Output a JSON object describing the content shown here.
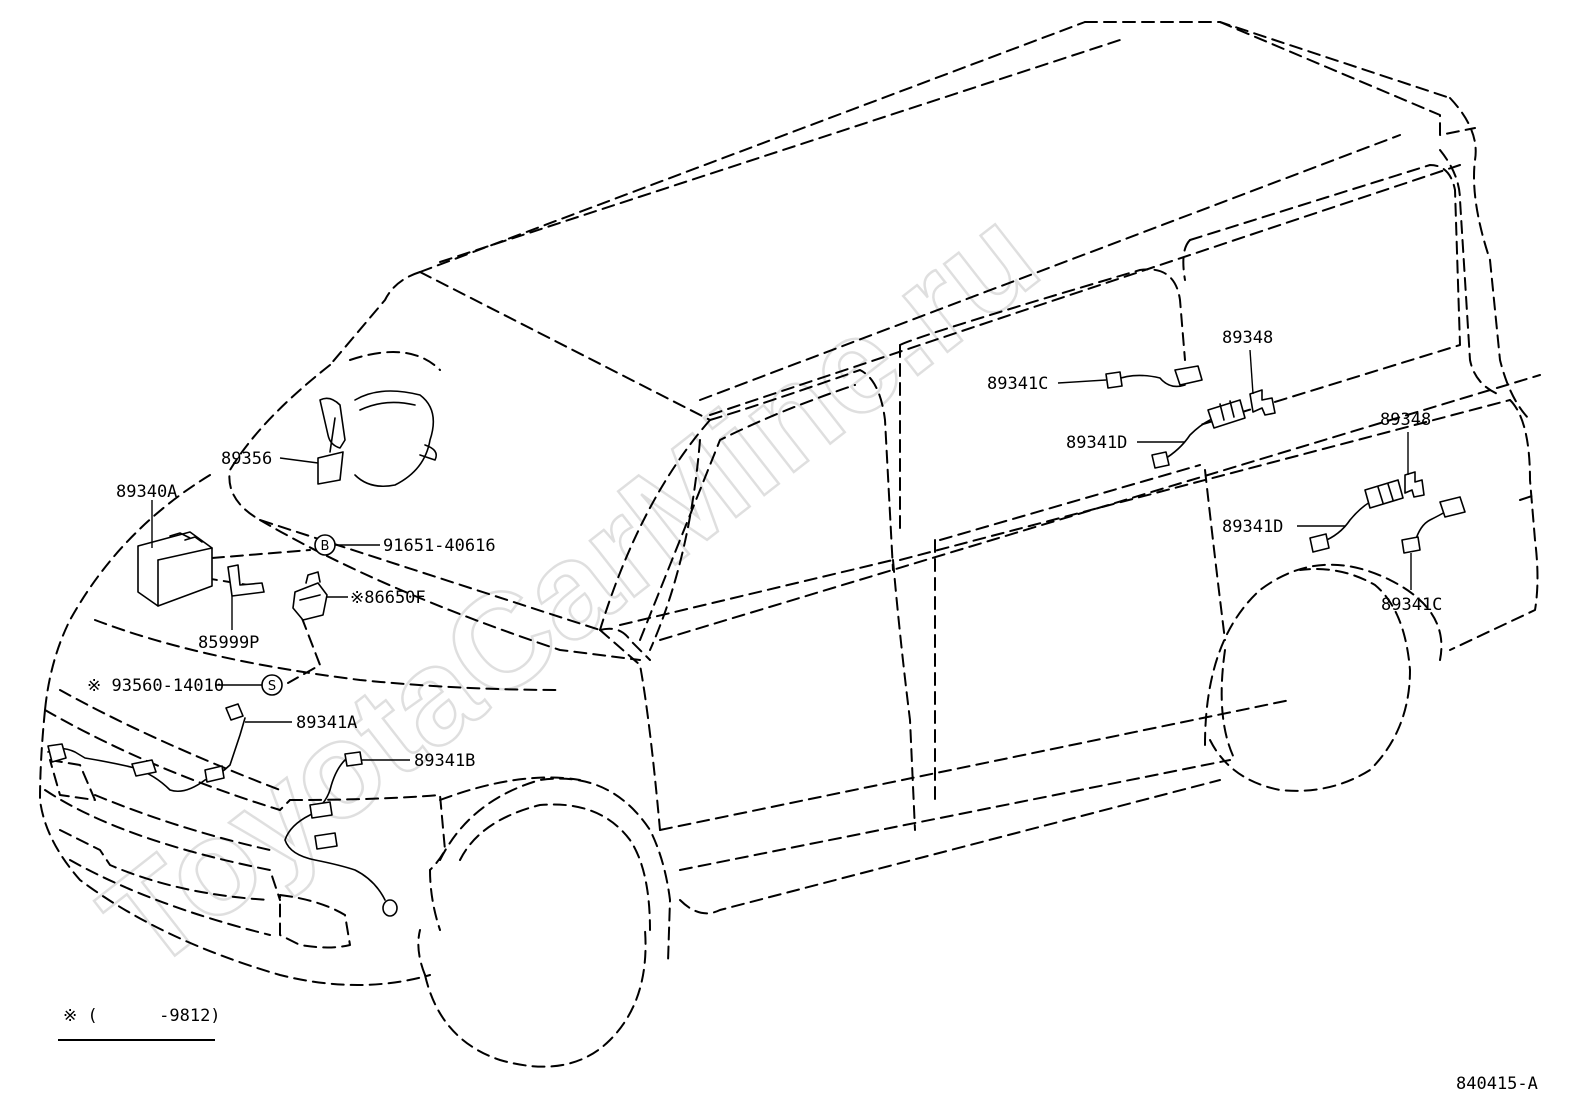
{
  "watermark": "ToyotaCarMine.ru",
  "parts": {
    "p89356": "89356",
    "p89340A": "89340A",
    "p91651": "91651-40616",
    "p86650F": "※86650F",
    "p85999P": "85999P",
    "p93560": "※ 93560-14010",
    "p89341A": "89341A",
    "p89341B": "89341B",
    "p89348_upper": "89348",
    "p89341C_upper": "89341C",
    "p89341D_upper": "89341D",
    "p89348_lower": "89348",
    "p89341D_lower": "89341D",
    "p89341C_lower": "89341C"
  },
  "markers": {
    "b": "B",
    "s": "S"
  },
  "footnote": "※ (      -9812)",
  "figure_code": "840415-A"
}
